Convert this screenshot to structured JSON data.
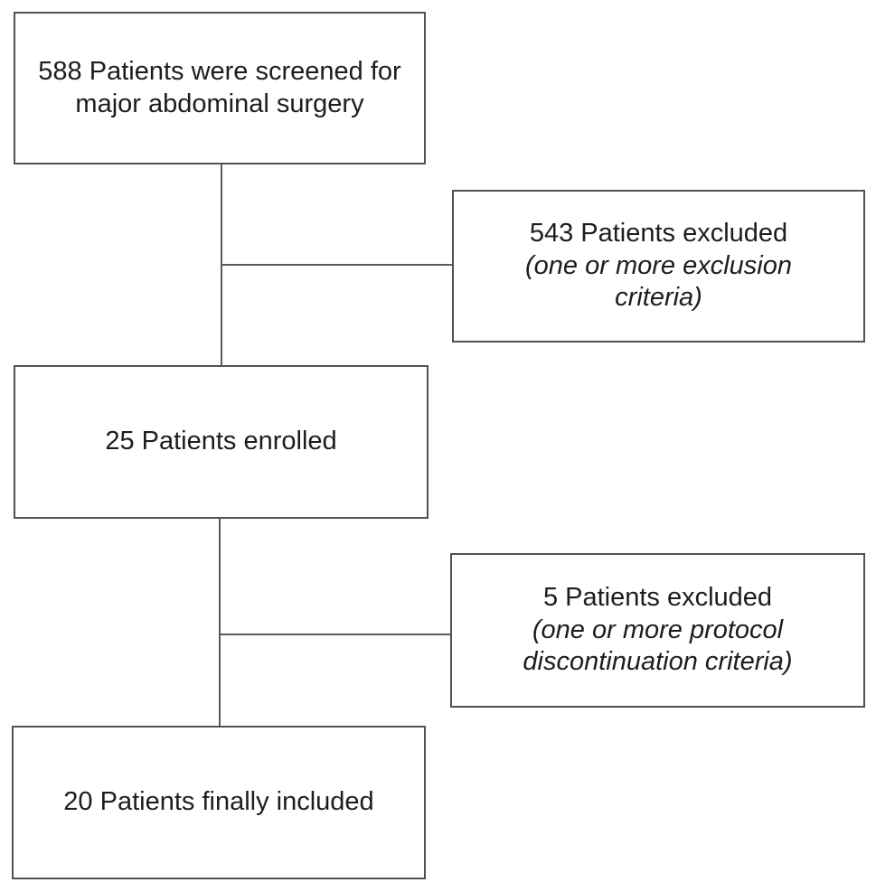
{
  "colors": {
    "background": "#ffffff",
    "box_border": "#515254",
    "connector": "#5a5a5c",
    "text": "#1d1d1f"
  },
  "flowchart": {
    "type": "patient-flow-diagram",
    "nodes": {
      "screened": {
        "label": "588 Patients were screened for major abdominal surgery",
        "note": "",
        "count": 588
      },
      "excluded_screening": {
        "label": "543 Patients excluded",
        "note": "(one or more exclusion criteria)",
        "count": 543
      },
      "enrolled": {
        "label": "25 Patients enrolled",
        "note": "",
        "count": 25
      },
      "excluded_protocol": {
        "label": "5 Patients excluded",
        "note": "(one or more protocol discontinuation criteria)",
        "count": 5
      },
      "included": {
        "label": "20 Patients finally included",
        "note": "",
        "count": 20
      }
    },
    "edges": [
      {
        "from": "screened",
        "to": "excluded_screening"
      },
      {
        "from": "screened",
        "to": "enrolled"
      },
      {
        "from": "enrolled",
        "to": "excluded_protocol"
      },
      {
        "from": "enrolled",
        "to": "included"
      }
    ]
  }
}
